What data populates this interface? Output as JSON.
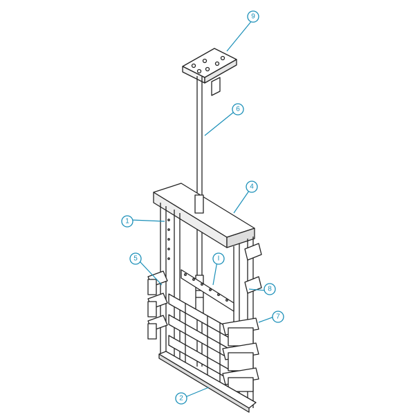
{
  "figure": {
    "line_color": "#222222",
    "callout_color": "#1a8fb8",
    "background": "#ffffff"
  },
  "callouts": [
    {
      "id": "c1",
      "label": "1"
    },
    {
      "id": "c2",
      "label": "2"
    },
    {
      "id": "c3",
      "label": "4"
    },
    {
      "id": "c4",
      "label": "5"
    },
    {
      "id": "c5",
      "label": "6"
    },
    {
      "id": "c6",
      "label": "7"
    },
    {
      "id": "c7",
      "label": "8"
    },
    {
      "id": "c8",
      "label": "9"
    },
    {
      "id": "c9",
      "label": "I"
    }
  ]
}
